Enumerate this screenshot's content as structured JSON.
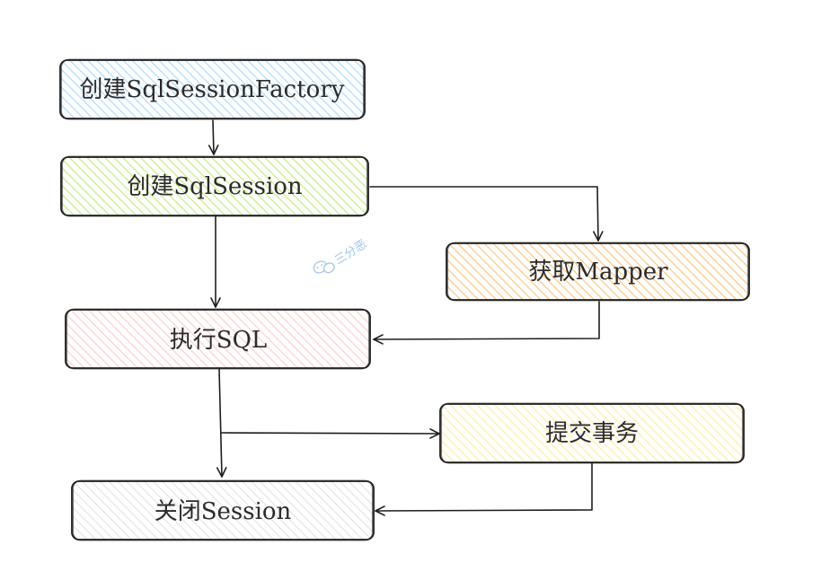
{
  "nodes": {
    "create_factory": {
      "label": "创建SqlSessionFactory",
      "color": "#a5d8ff"
    },
    "create_session": {
      "label": "创建SqlSession",
      "color": "#c0eb75"
    },
    "get_mapper": {
      "label": "获取Mapper",
      "color": "#ffc078"
    },
    "execute_sql": {
      "label": "执行SQL",
      "color": "#ffc9c9"
    },
    "commit": {
      "label": "提交事务",
      "color": "#ffec99"
    },
    "close_session": {
      "label": "关闭Session",
      "color": "#e9ecef"
    }
  },
  "watermark": {
    "text": "三分恶",
    "icon": "wechat-icon"
  },
  "edges": [
    {
      "from": "create_factory",
      "to": "create_session"
    },
    {
      "from": "create_session",
      "to": "get_mapper"
    },
    {
      "from": "create_session",
      "to": "execute_sql"
    },
    {
      "from": "get_mapper",
      "to": "execute_sql"
    },
    {
      "from": "execute_sql",
      "to": "commit"
    },
    {
      "from": "execute_sql",
      "to": "close_session"
    },
    {
      "from": "commit",
      "to": "close_session"
    }
  ]
}
